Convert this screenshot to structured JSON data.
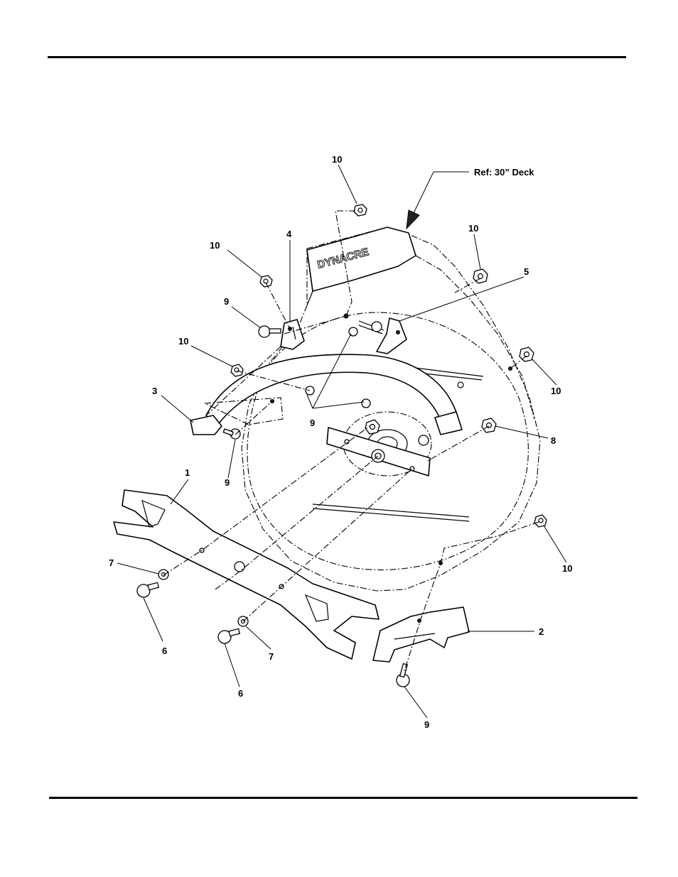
{
  "reference_note": "Ref: 30” Deck",
  "deck_stamp": "DYNACRE",
  "callouts": {
    "c10_top": "10",
    "c10_upper_left": "10",
    "c10_upper_right": "10",
    "c10_left": "10",
    "c10_right": "10",
    "c10_lower_right": "10",
    "c9_upper_left": "9",
    "c9_center": "9",
    "c9_lower_left": "9",
    "c9_bottom": "9",
    "c4": "4",
    "c5": "5",
    "c3": "3",
    "c8": "8",
    "c1": "1",
    "c2": "2",
    "c7_left": "7",
    "c7_center": "7",
    "c6_left": "6",
    "c6_center": "6"
  }
}
